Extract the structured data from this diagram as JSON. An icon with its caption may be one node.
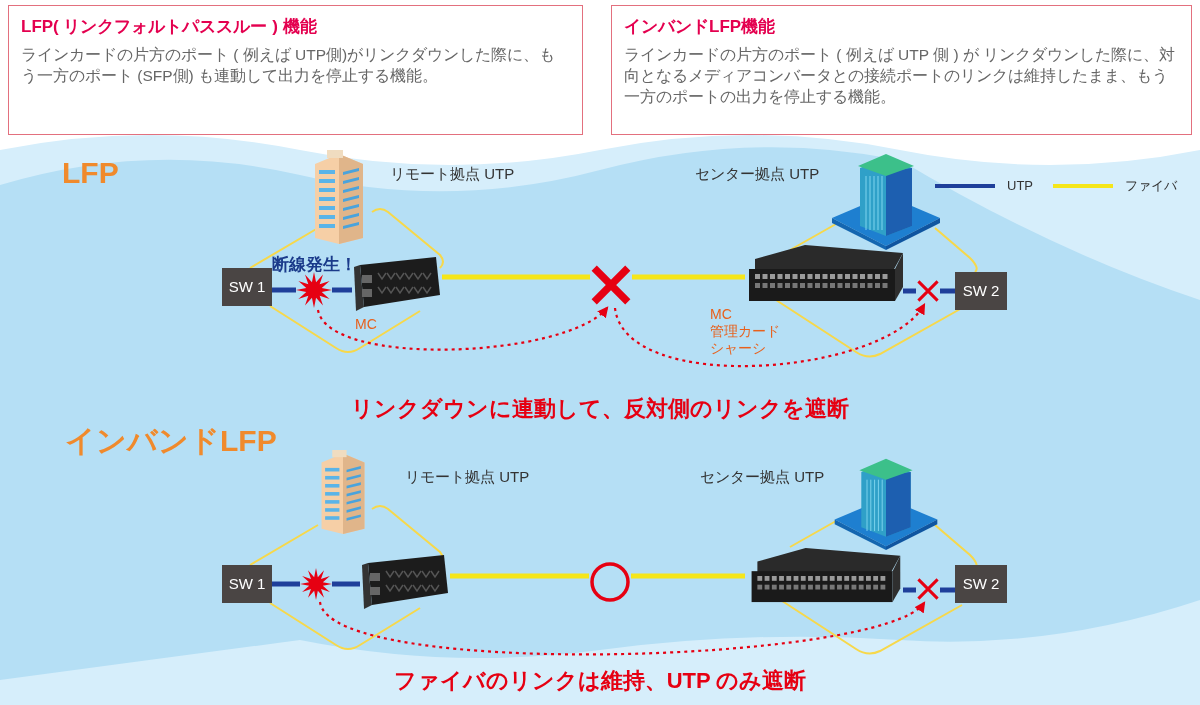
{
  "diagram": {
    "nodes": [
      {
        "text": [
          "LFP( リンクフォルトパススルー ) 機能",
          "ラインカードの片方のポート ( 例えば UTP側)がリンクダウンした際に、もう一方のポート (SFP側) も連動して出力を停止する機能。"
        ]
      },
      {
        "text": [
          "インバンドLFP機能",
          "ラインカードの片方のポート ( 例えば UTP 側 ) が リンクダウンした際に、対向となるメディアコンバータとの接続ポートのリンクは維持したまま、もう一方のポートの出力を停止する機能。"
        ]
      },
      {
        "text": [
          "SW 1"
        ]
      },
      {
        "text": [],
        "shape": "picture",
        "beside": [
          "MC"
        ]
      },
      {
        "text": [],
        "shape": "burst",
        "beside": [
          "断線発生！"
        ]
      },
      {
        "text": [],
        "shape": "cross"
      },
      {
        "text": [],
        "shape": "picture",
        "beside": [
          "MC",
          "管理カード",
          "シャーシ"
        ]
      },
      {
        "text": [],
        "shape": "cross"
      },
      {
        "text": [
          "SW 2"
        ]
      },
      {
        "text": [],
        "shape": "picture",
        "beside": [
          "リモート拠点 UTP"
        ]
      },
      {
        "text": [],
        "shape": "picture",
        "beside": [
          "センター拠点 UTP"
        ]
      },
      {
        "text": [
          "SW 1"
        ]
      },
      {
        "text": [],
        "shape": "picture"
      },
      {
        "text": [],
        "shape": "burst"
      },
      {
        "text": [],
        "shape": "circle"
      },
      {
        "text": [],
        "shape": "picture"
      },
      {
        "text": [],
        "shape": "cross"
      },
      {
        "text": [
          "SW 2"
        ]
      },
      {
        "text": [],
        "shape": "picture",
        "beside": [
          "リモート拠点 UTP"
        ]
      },
      {
        "text": [],
        "shape": "picture",
        "beside": [
          "センター拠点 UTP"
        ]
      }
    ],
    "edges": [
      {
        "from": 2,
        "to": 4,
        "arrow": "none",
        "color": "#1f3f9a"
      },
      {
        "from": 4,
        "to": 3,
        "arrow": "none",
        "color": "#1f3f9a"
      },
      {
        "from": 3,
        "to": 5,
        "arrow": "none",
        "color": "#f5e61a"
      },
      {
        "from": 5,
        "to": 6,
        "arrow": "none",
        "color": "#f5e61a"
      },
      {
        "from": 6,
        "to": 7,
        "arrow": "none",
        "color": "#1f3f9a"
      },
      {
        "from": 7,
        "to": 8,
        "arrow": "none",
        "color": "#1f3f9a"
      },
      {
        "from": 4,
        "to": 5,
        "arrow": "to",
        "style": "dashed",
        "color": "#e60012"
      },
      {
        "from": 5,
        "to": 7,
        "arrow": "to",
        "style": "dashed",
        "color": "#e60012"
      },
      {
        "from": 11,
        "to": 13,
        "arrow": "none",
        "color": "#1f3f9a"
      },
      {
        "from": 13,
        "to": 12,
        "arrow": "none",
        "color": "#1f3f9a"
      },
      {
        "from": 12,
        "to": 14,
        "arrow": "none",
        "color": "#f5e61a"
      },
      {
        "from": 14,
        "to": 15,
        "arrow": "none",
        "color": "#f5e61a"
      },
      {
        "from": 15,
        "to": 16,
        "arrow": "none",
        "color": "#1f3f9a"
      },
      {
        "from": 16,
        "to": 17,
        "arrow": "none",
        "color": "#1f3f9a"
      },
      {
        "from": 13,
        "to": 16,
        "arrow": "to",
        "style": "dashed",
        "color": "#e60012"
      }
    ],
    "labels": [
      "LFP",
      "リンクダウンに連動して、反対側のリンクを遮断",
      "インバンドLFP",
      "ファイバのリンクは維持、UTP のみ遮断"
    ],
    "legend": [
      {
        "text": "UTP"
      },
      {
        "text": "ファイバ"
      }
    ]
  }
}
